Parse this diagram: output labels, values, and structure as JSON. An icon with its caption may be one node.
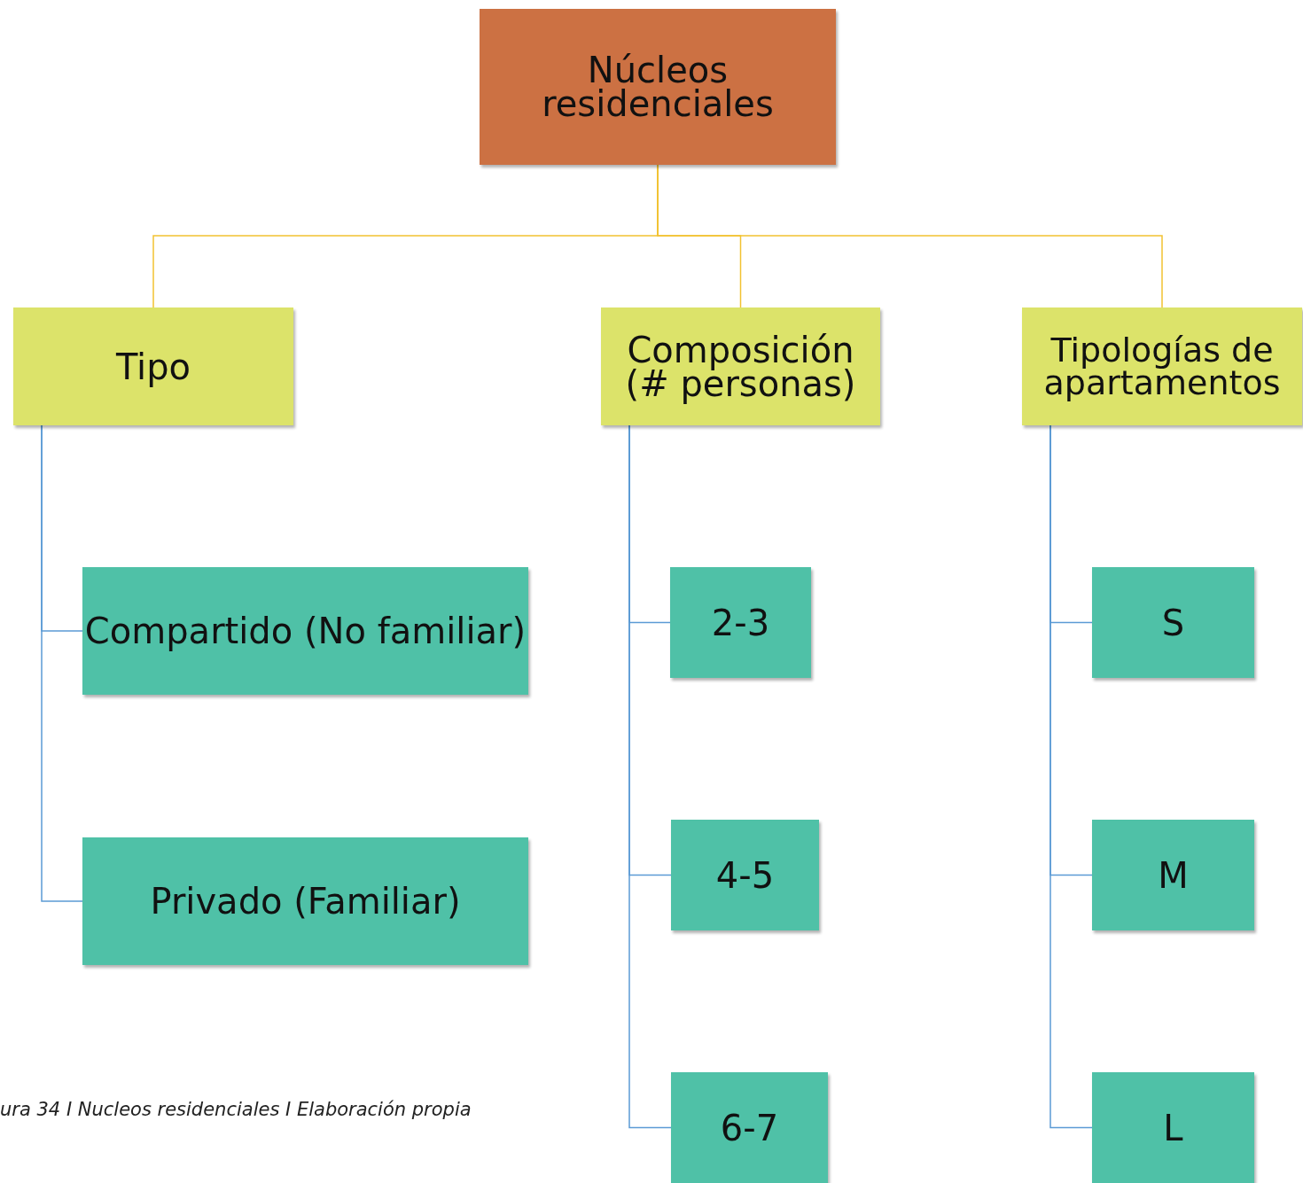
{
  "diagram": {
    "caption": "ura 34 I Nucleos residenciales I Elaboración propia",
    "nodes": [
      {
        "text": [
          "Núcleos residenciales"
        ]
      },
      {
        "text": [
          "Tipo"
        ]
      },
      {
        "text": [
          "Composición (# personas)"
        ]
      },
      {
        "text": [
          "Tipologías de apartamentos"
        ]
      },
      {
        "text": [
          "Compartido (No familiar)"
        ]
      },
      {
        "text": [
          "Privado (Familiar)"
        ]
      },
      {
        "text": [
          "2-3"
        ]
      },
      {
        "text": [
          "4-5"
        ]
      },
      {
        "text": [
          "6-7"
        ]
      },
      {
        "text": [
          "S"
        ]
      },
      {
        "text": [
          "M"
        ]
      },
      {
        "text": [
          "L"
        ]
      }
    ],
    "edges": [
      {
        "from": 0,
        "to": 1,
        "arrow": "none",
        "color": "#f2c232"
      },
      {
        "from": 0,
        "to": 2,
        "arrow": "none",
        "color": "#f2c232"
      },
      {
        "from": 0,
        "to": 3,
        "arrow": "none",
        "color": "#f2c232"
      },
      {
        "from": 1,
        "to": 4,
        "arrow": "none"
      },
      {
        "from": 1,
        "to": 5,
        "arrow": "none"
      },
      {
        "from": 2,
        "to": 6,
        "arrow": "none"
      },
      {
        "from": 2,
        "to": 7,
        "arrow": "none"
      },
      {
        "from": 2,
        "to": 8,
        "arrow": "none"
      },
      {
        "from": 3,
        "to": 9,
        "arrow": "none"
      },
      {
        "from": 3,
        "to": 10,
        "arrow": "none"
      },
      {
        "from": 3,
        "to": 11,
        "arrow": "none"
      }
    ]
  }
}
